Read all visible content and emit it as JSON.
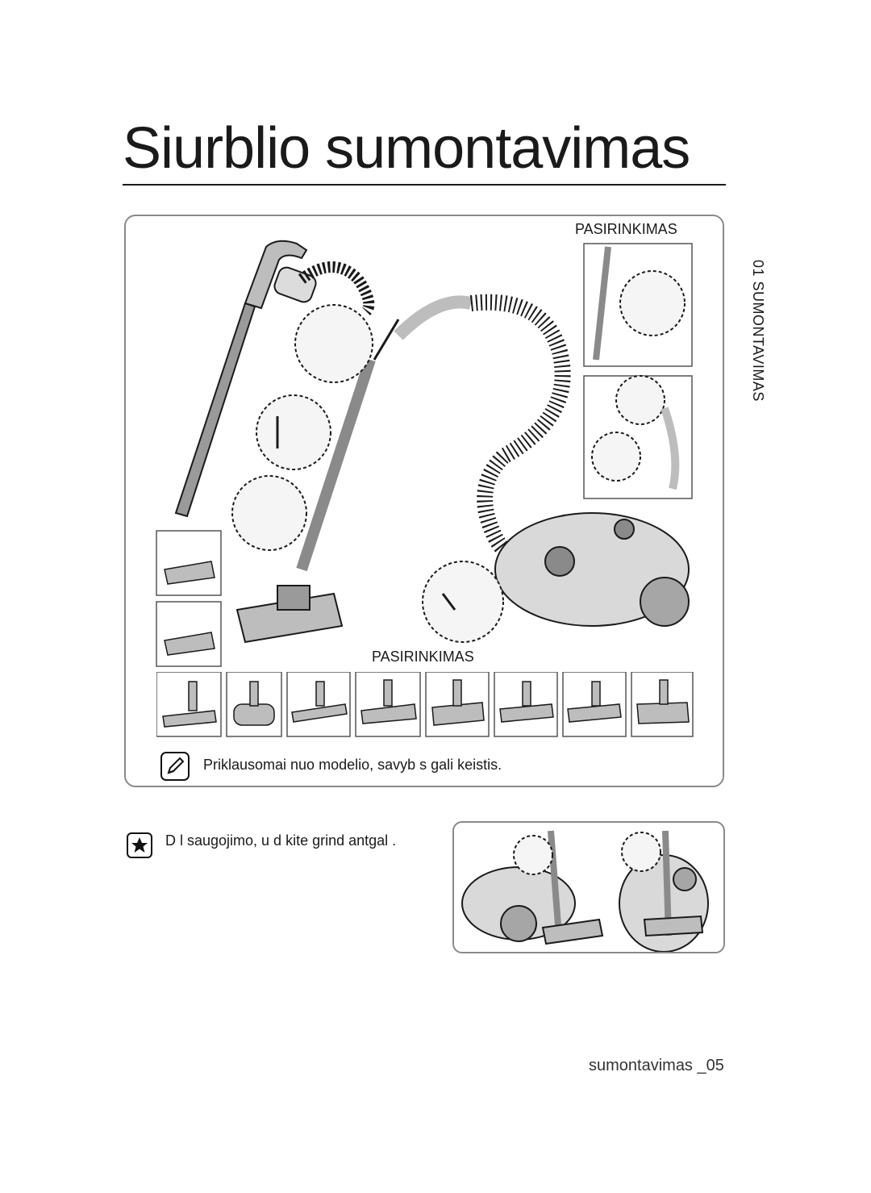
{
  "page": {
    "title": "Siurblio sumontavimas",
    "side_label": "01 SUMONTAVIMAS",
    "footer": "sumontavimas _05"
  },
  "assembly_figure": {
    "optional_label_top": "PASIRINKIMAS",
    "optional_label_mid": "PASIRINKIMAS",
    "note_icon": "note-pencil-icon",
    "note_text": "Priklausomai nuo modelio, savyb s gali keistis.",
    "nozzle_thumbnails": 8,
    "colors": {
      "border": "#8a8a8a",
      "ink": "#1a1a1a",
      "fill_light": "#d9d9d9",
      "fill_mid": "#a6a6a6"
    }
  },
  "storage_tip": {
    "icon": "star-icon",
    "text": "D l saugojimo, u d kite grind  antgal ."
  }
}
